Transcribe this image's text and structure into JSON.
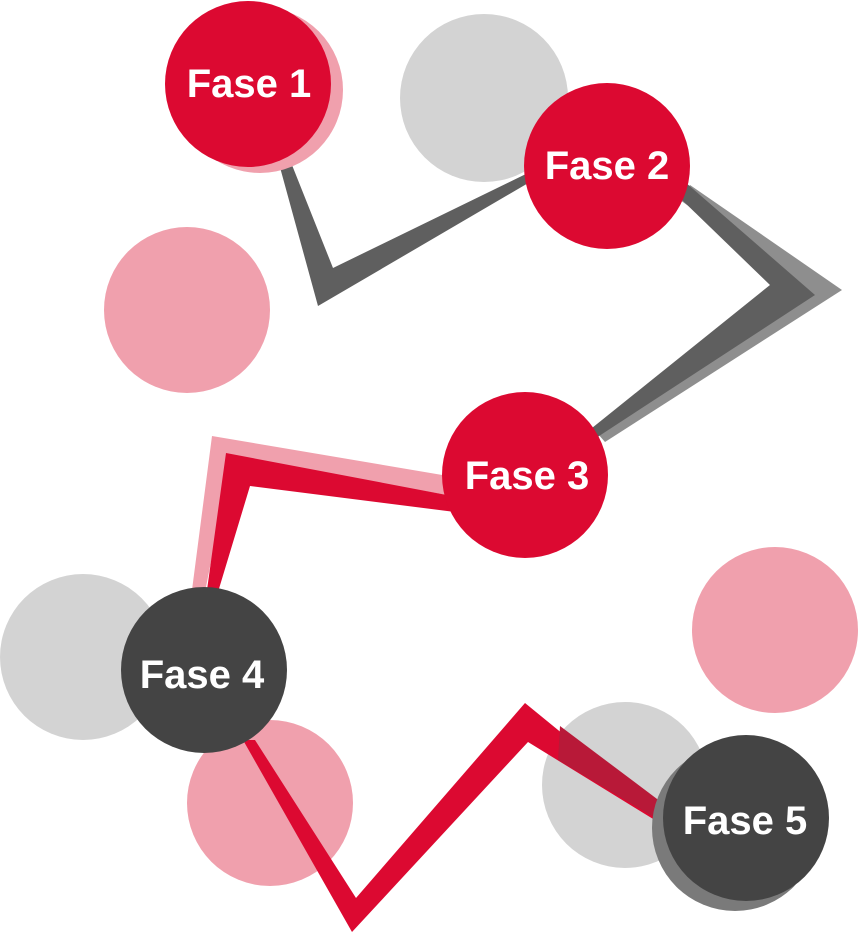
{
  "colors": {
    "red": "#DC0931",
    "pink": "#F0A0AD",
    "light_gray": "#D3D3D3",
    "dark_gray": "#444444",
    "connector_gray": "#5F5F5F",
    "connector_shadow": "#8E8E8E",
    "background": "#FFFFFF"
  },
  "phases": [
    {
      "label": "Fase 1",
      "color": "red"
    },
    {
      "label": "Fase 2",
      "color": "red"
    },
    {
      "label": "Fase 3",
      "color": "red"
    },
    {
      "label": "Fase 4",
      "color": "dark_gray"
    },
    {
      "label": "Fase 5",
      "color": "dark_gray"
    }
  ]
}
